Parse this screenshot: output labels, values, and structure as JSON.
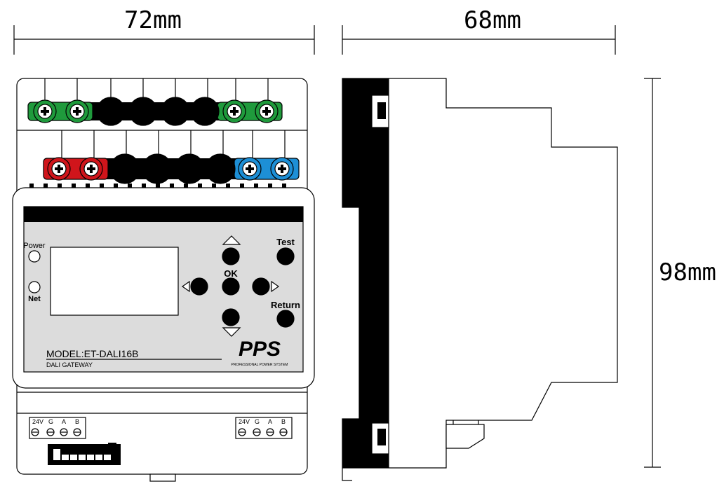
{
  "dimensions": {
    "width": "72mm",
    "depth": "68mm",
    "height": "98mm"
  },
  "panel": {
    "power_label": "Power",
    "net_label": "Net",
    "ok_label": "OK",
    "test_label": "Test",
    "return_label": "Return",
    "model": "MODEL:ET-DALI16B",
    "subtitle": "DALI GATEWAY",
    "brand": "PPS",
    "brand_tagline": "PROFESSIONAL POWER SYSTEM"
  },
  "terminals": {
    "left": [
      "24V",
      "G",
      "A",
      "B"
    ],
    "right": [
      "24V",
      "G",
      "A",
      "B"
    ]
  },
  "colors": {
    "green_screw": "#1f9a3c",
    "red_screw": "#d0151b",
    "blue_screw": "#1d8fd6",
    "panel_face": "#dcdcdc"
  }
}
